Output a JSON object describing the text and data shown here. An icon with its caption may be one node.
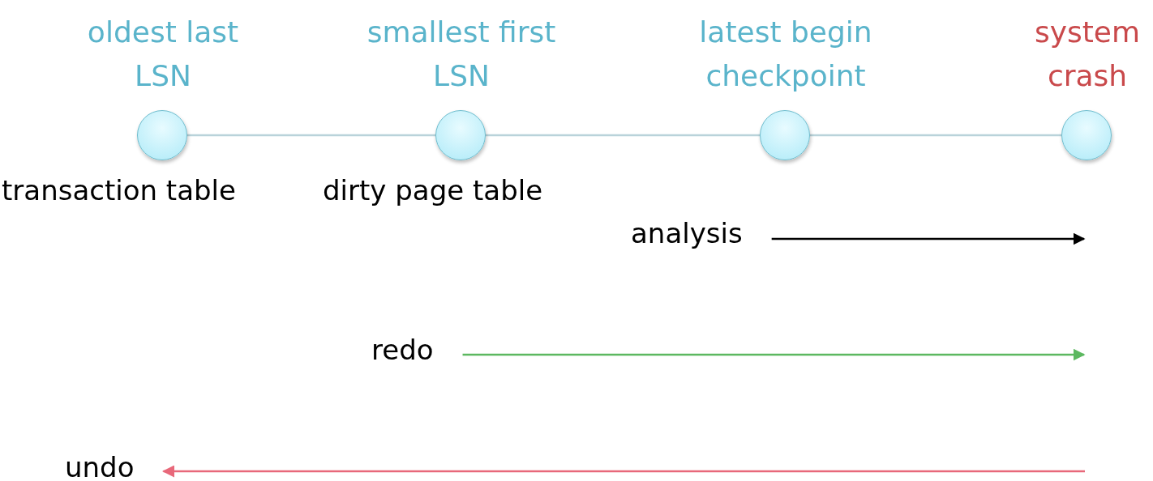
{
  "diagram": {
    "nodes": [
      {
        "text": [
          "oldest last LSN"
        ],
        "beside": [
          "transaction table"
        ]
      },
      {
        "text": [
          "smallest first LSN"
        ],
        "beside": [
          "dirty page table"
        ]
      },
      {
        "text": [
          "latest begin checkpoint"
        ]
      },
      {
        "text": [
          "system crash"
        ]
      },
      {
        "text": [
          "analysis"
        ]
      },
      {
        "text": [
          "redo"
        ]
      },
      {
        "text": [
          "undo"
        ]
      }
    ],
    "edges": [
      {
        "from": 0,
        "to": 1,
        "arrow": "none",
        "color": "#b9d3da"
      },
      {
        "from": 1,
        "to": 2,
        "arrow": "none",
        "color": "#b9d3da"
      },
      {
        "from": 2,
        "to": 3,
        "arrow": "none",
        "color": "#b9d3da"
      },
      {
        "from": 4,
        "to": null,
        "arrow": "to",
        "color": "#000000"
      },
      {
        "from": 5,
        "to": null,
        "arrow": "to",
        "color": "#5cb860"
      },
      {
        "from": null,
        "to": 6,
        "arrow": "to",
        "color": "#e8687a"
      }
    ]
  }
}
